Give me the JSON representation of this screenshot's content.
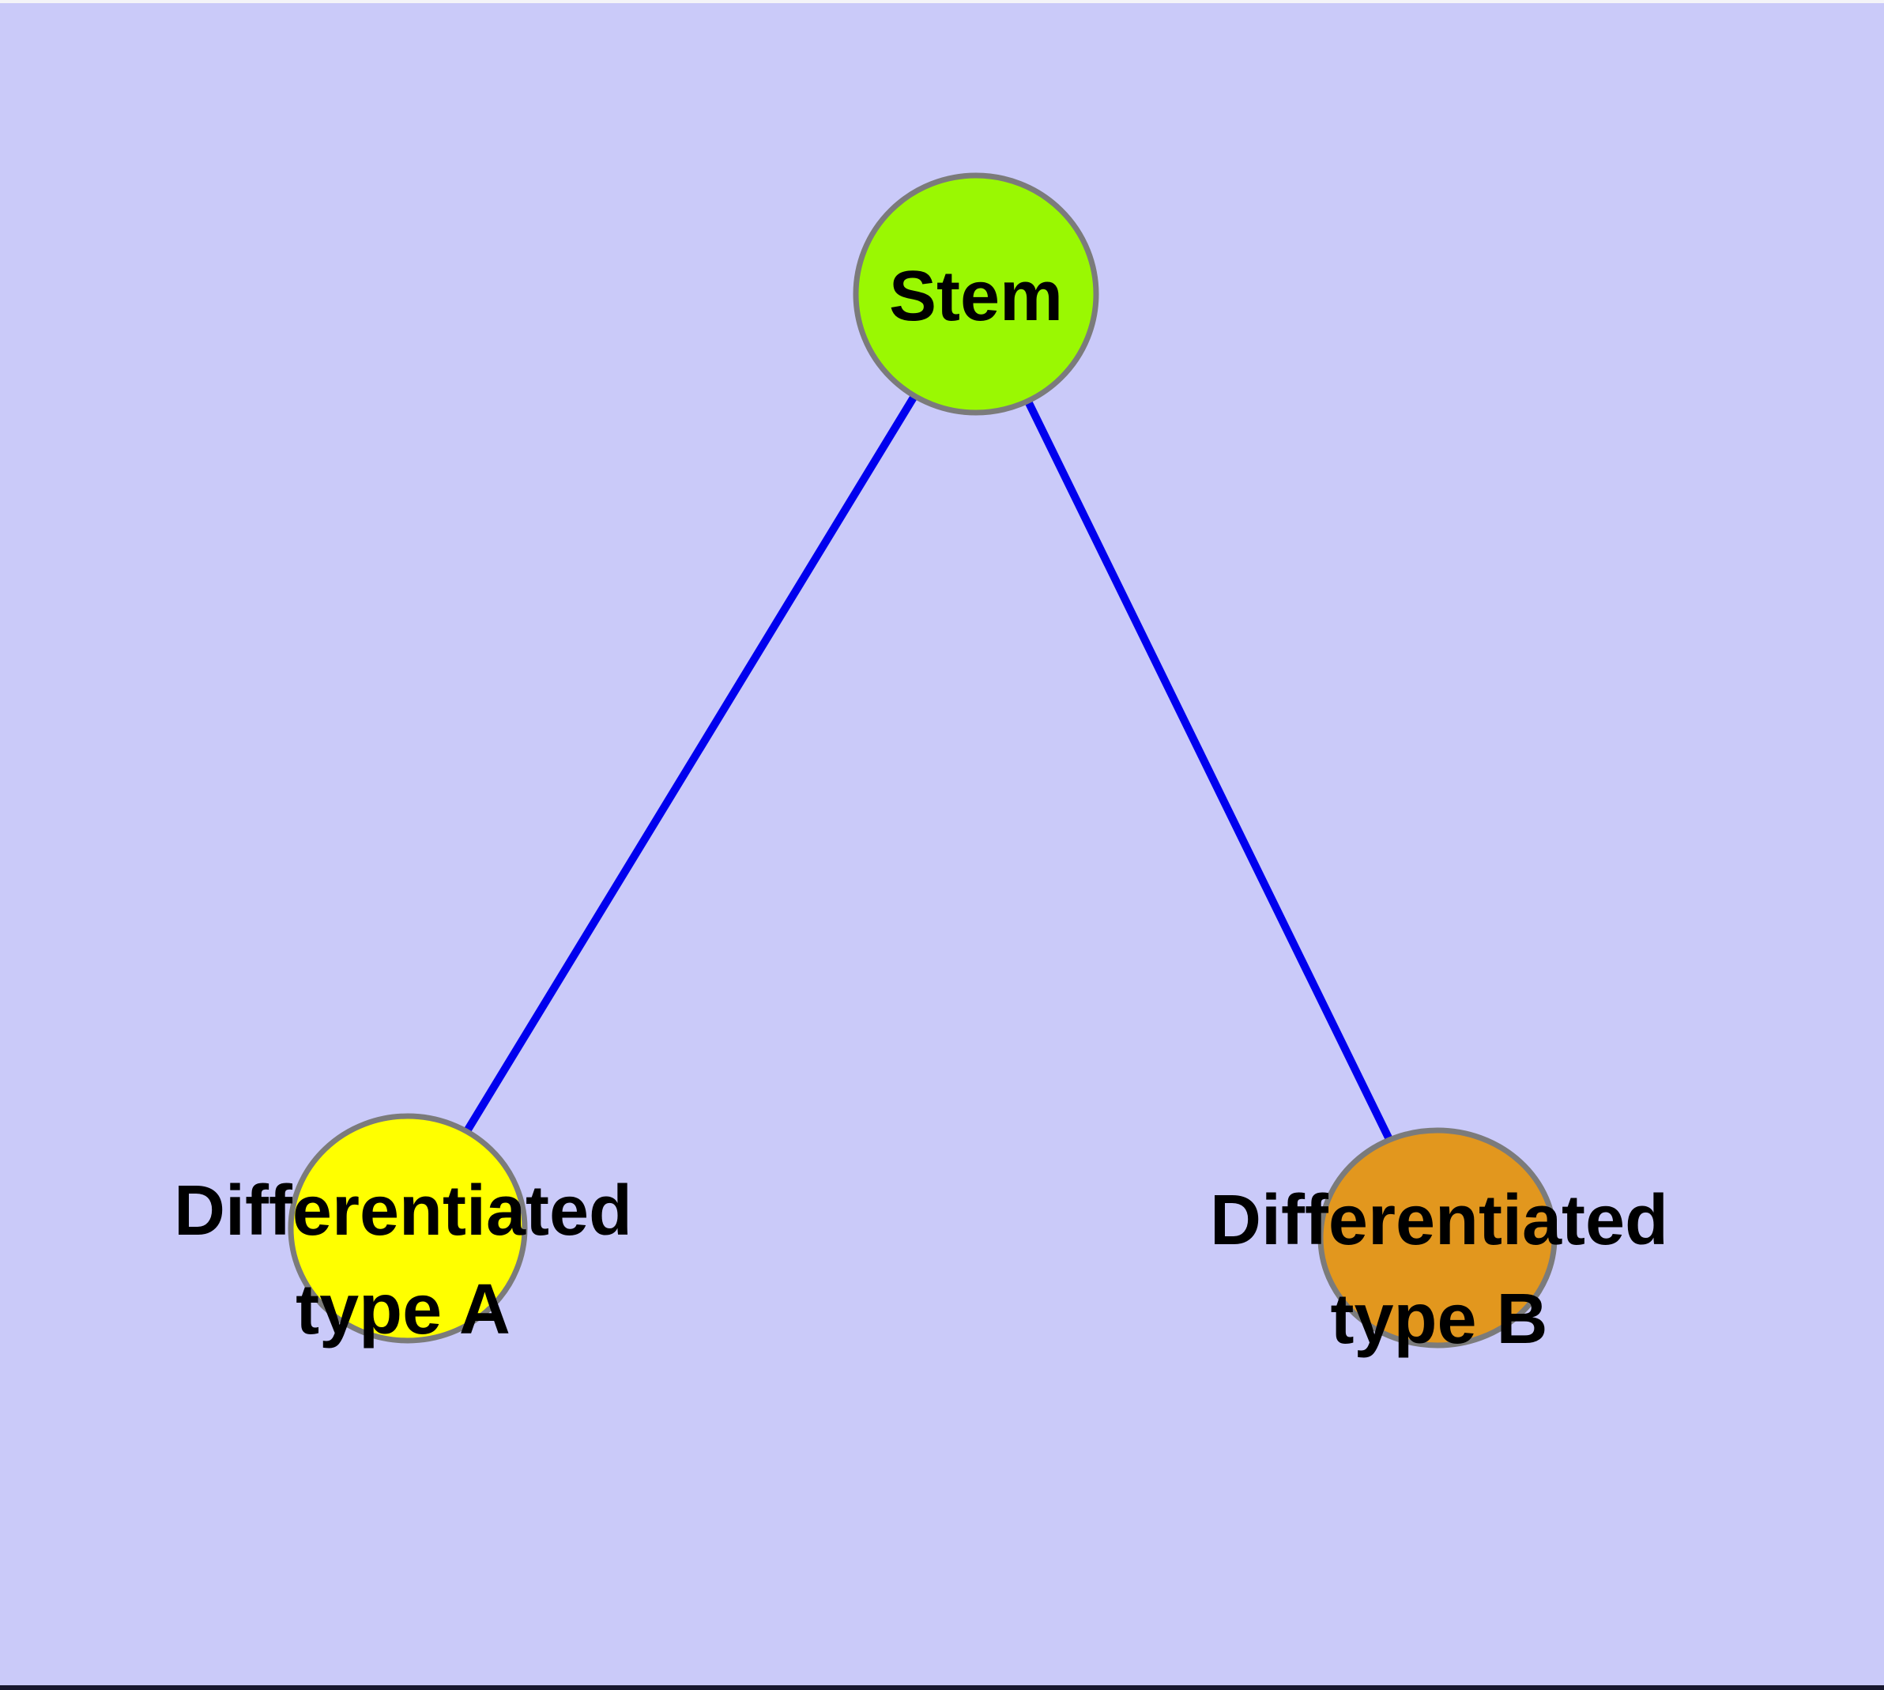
{
  "canvas": {
    "background_color": "#CACAF9",
    "top_edge_color": "#F4F4F8",
    "bottom_edge_color": "#17172E"
  },
  "diagram": {
    "type": "graph",
    "description": "Stem cell differentiation hierarchy: one stem node branching to two differentiated cell types",
    "nodes": [
      {
        "id": "stem",
        "label": "Stem",
        "lines": [
          "Stem"
        ],
        "fill": "#9AF802",
        "border": "#7B7B7B",
        "text_color": "#000000"
      },
      {
        "id": "type-a",
        "label": "Differentiated type A",
        "lines": [
          "Differentiated",
          "type A"
        ],
        "fill": "#FFFF00",
        "border": "#7B7B7B",
        "text_color": "#000000"
      },
      {
        "id": "type-b",
        "label": "Differentiated type B",
        "lines": [
          "Differentiated",
          "type B"
        ],
        "fill": "#E2971E",
        "border": "#7B7B7B",
        "text_color": "#000000"
      }
    ],
    "edges": [
      {
        "from": "stem",
        "to": "type-a",
        "color": "#0000EE"
      },
      {
        "from": "stem",
        "to": "type-b",
        "color": "#0000EE"
      }
    ]
  }
}
